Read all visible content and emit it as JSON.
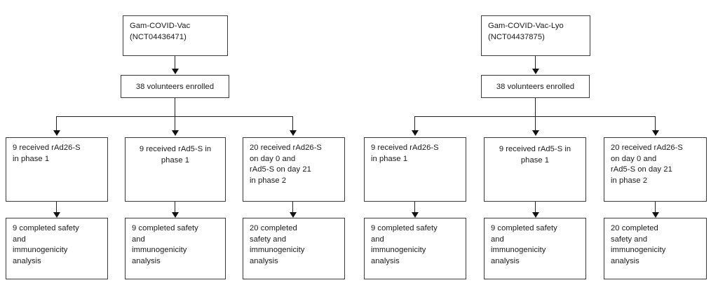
{
  "diagram": {
    "type": "clinical-trial-flow-diagram",
    "arms": [
      {
        "id": "gam-covid-vac",
        "title": "Gam-COVID-Vac\n(NCT04436471)",
        "registration_id": "NCT04436471",
        "vaccine_name": "Gam-COVID-Vac",
        "enrolled": "38 volunteers enrolled",
        "enrolled_count": 38,
        "groups": [
          {
            "allocation": "9 received rAd26-S\nin phase 1",
            "allocation_count": 9,
            "completion": "9 completed safety\nand\nimmunogenicity\nanalysis",
            "completion_count": 9
          },
          {
            "allocation": "9 received rAd5-S in\nphase 1",
            "allocation_count": 9,
            "completion": "9 completed safety\nand\nimmunogenicity\nanalysis",
            "completion_count": 9
          },
          {
            "allocation": "20 received rAd26-S\non day 0 and\nrAd5-S on day 21\nin phase 2",
            "allocation_count": 20,
            "completion": "20 completed\nsafety and\nimmunogenicity\nanalysis",
            "completion_count": 20
          }
        ]
      },
      {
        "id": "gam-covid-vac-lyo",
        "title": "Gam-COVID-Vac-Lyo\n(NCT04437875)",
        "registration_id": "NCT04437875",
        "vaccine_name": "Gam-COVID-Vac-Lyo",
        "enrolled": "38 volunteers enrolled",
        "enrolled_count": 38,
        "groups": [
          {
            "allocation": "9 received rAd26-S\nin phase 1",
            "allocation_count": 9,
            "completion": "9 completed safety\nand\nimmunogenicity\nanalysis",
            "completion_count": 9
          },
          {
            "allocation": "9 received rAd5-S in\nphase 1",
            "allocation_count": 9,
            "completion": "9 completed safety\nand\nimmunogenicity\nanalysis",
            "completion_count": 9
          },
          {
            "allocation": "20 received rAd26-S\non day 0 and\nrAd5-S on day 21\nin phase 2",
            "allocation_count": 20,
            "completion": "20 completed\nsafety and\nimmunogenicity\nanalysis",
            "completion_count": 20
          }
        ]
      }
    ],
    "colors": {
      "box_border": "#3a3a3a",
      "connector": "#222222",
      "text": "#1a1a1a",
      "background": "#ffffff"
    }
  }
}
